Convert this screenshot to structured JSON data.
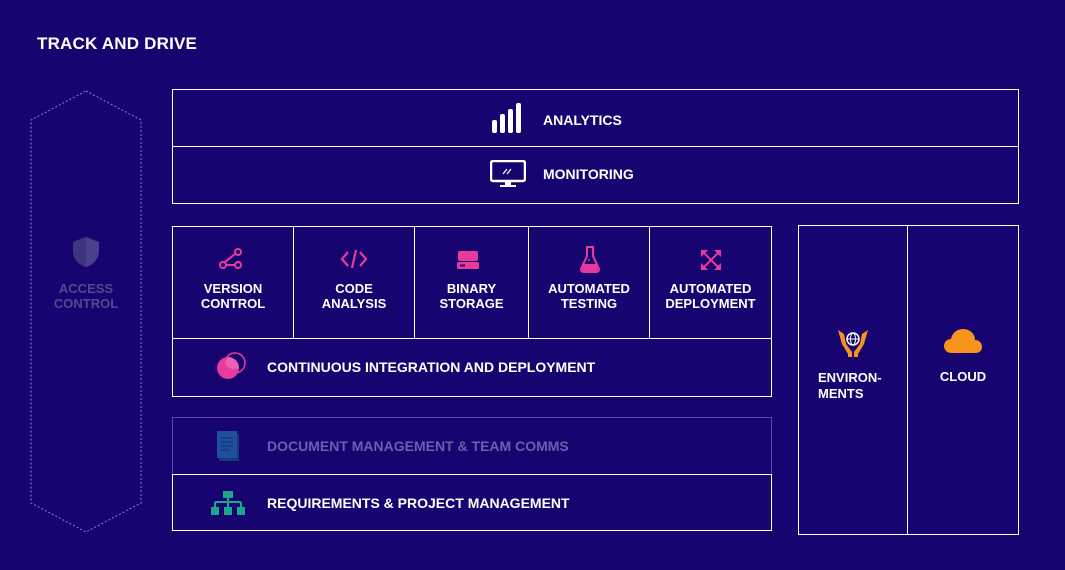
{
  "page": {
    "title": "TRACK AND DRIVE"
  },
  "access_control": {
    "label_line1": "ACCESS",
    "label_line2": "CONTROL",
    "icon": "shield-icon"
  },
  "top": {
    "analytics": {
      "label": "ANALYTICS",
      "icon": "bar-chart-icon"
    },
    "monitoring": {
      "label": "MONITORING",
      "icon": "monitor-icon"
    }
  },
  "tools": [
    {
      "line1": "VERSION",
      "line2": "CONTROL",
      "icon": "branch-icon"
    },
    {
      "line1": "CODE",
      "line2": "ANALYSIS",
      "icon": "code-icon"
    },
    {
      "line1": "BINARY",
      "line2": "STORAGE",
      "icon": "drive-icon"
    },
    {
      "line1": "AUTOMATED",
      "line2": "TESTING",
      "icon": "flask-icon"
    },
    {
      "line1": "AUTOMATED",
      "line2": "DEPLOYMENT",
      "icon": "expand-icon"
    }
  ],
  "ci": {
    "label": "CONTINUOUS INTEGRATION AND DEPLOYMENT",
    "icon": "overlap-circles-icon"
  },
  "docs": {
    "label": "DOCUMENT MANAGEMENT & TEAM COMMS",
    "icon": "document-icon"
  },
  "reqs": {
    "label": "REQUIREMENTS & PROJECT MANAGEMENT",
    "icon": "org-chart-icon"
  },
  "environments": {
    "line1": "ENVIRON-",
    "line2": "MENTS",
    "icon": "globe-hands-icon"
  },
  "cloud": {
    "label": "CLOUD",
    "icon": "cloud-icon"
  },
  "colors": {
    "background": "#170471",
    "pink": "#e73a9c",
    "orange": "#f7941d",
    "green": "#1aa88a",
    "dim_text": "#6b5fae",
    "access_gray": "#4a418c"
  }
}
